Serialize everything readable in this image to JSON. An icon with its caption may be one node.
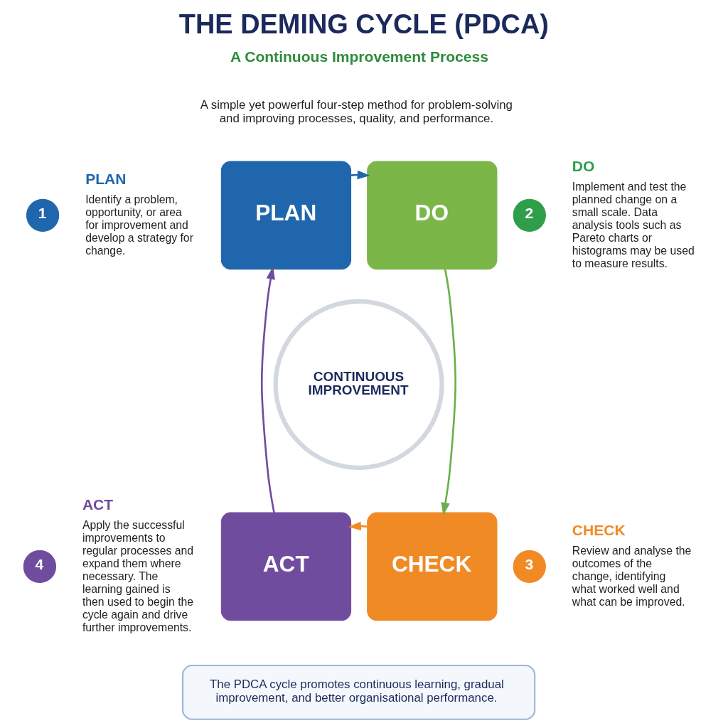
{
  "diagram": {
    "title": "THE DEMING CYCLE (PDCA)",
    "nodes": [
      {
        "text": [
          "1"
        ],
        "beside": [
          "PLAN",
          "Identify a problem, opportunity, or area for improvement and develop a strategy for change."
        ]
      },
      {
        "text": [
          "PLAN"
        ]
      },
      {
        "text": [
          "DO"
        ]
      },
      {
        "text": [
          "2"
        ],
        "beside": [
          "DO",
          "Implement and test the planned change on a small scale. Data analysis tools such as Pareto charts or histograms may be used to measure results."
        ]
      },
      {
        "text": [
          "CONTINUOUS IMPROVEMENT"
        ]
      },
      {
        "text": [
          "4"
        ],
        "beside": [
          "ACT",
          "Apply the successful improvements to regular processes and expand them where necessary. The learning gained is then used to begin the cycle again and drive further improvements."
        ]
      },
      {
        "text": [
          "ACT"
        ]
      },
      {
        "text": [
          "CHECK"
        ]
      },
      {
        "text": [
          "3"
        ],
        "beside": [
          "CHECK",
          "Review and analyse the outcomes of the change, identifying what worked well and what can be improved."
        ]
      },
      {
        "text": [
          "The PDCA cycle promotes continuous learning, gradual improvement, and better organisational performance."
        ]
      }
    ],
    "edges": [
      {
        "from": 1,
        "to": 2,
        "arrow": "to",
        "color": "#1f66ad"
      },
      {
        "from": 2,
        "to": 7,
        "arrow": "to",
        "color": "#6ab04c"
      },
      {
        "from": 7,
        "to": 6,
        "arrow": "to",
        "color": "#f08a24"
      },
      {
        "from": 6,
        "to": 1,
        "arrow": "to",
        "color": "#6f4c9e"
      }
    ],
    "labels": [
      "A Continuous Improvement Process",
      "A simple yet powerful four-step method for problem-solving and improving processes, quality, and performance."
    ]
  }
}
